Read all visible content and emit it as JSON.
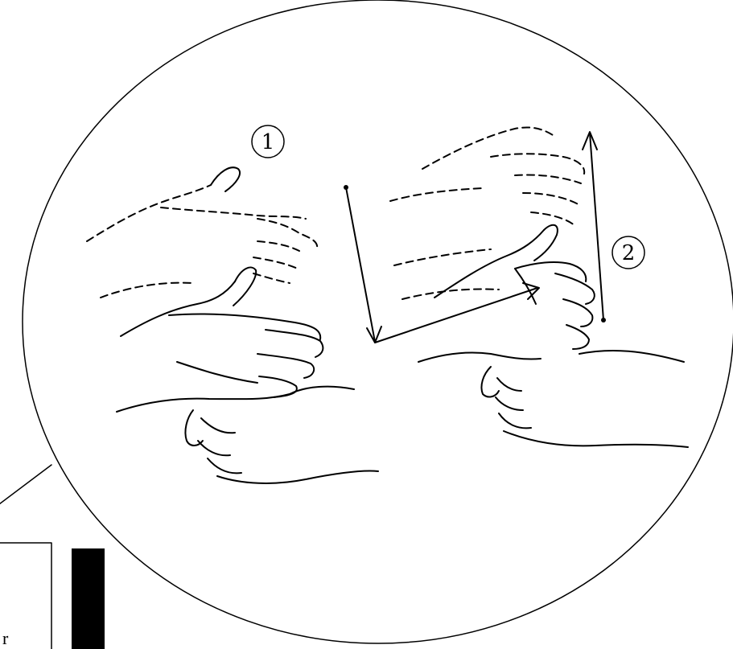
{
  "labels": {
    "step_one": "1",
    "step_two": "2",
    "cropped_box_text": "r"
  },
  "colors": {
    "ink": "#000000",
    "background": "#ffffff"
  },
  "icons": {
    "step_one_marker": "circled-number-1",
    "step_two_marker": "circled-number-2",
    "movement_arrow": "arrow"
  }
}
